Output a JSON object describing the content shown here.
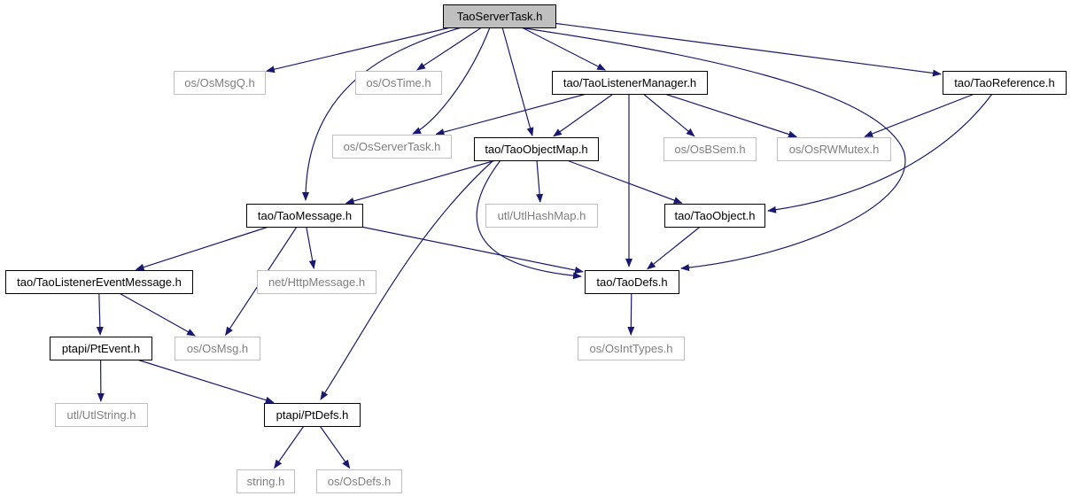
{
  "colors": {
    "edge": "#191970",
    "root_fill": "#bfbfbf",
    "documented_border": "#000000",
    "external_border": "#bfbfbf",
    "documented_text": "#000000",
    "external_text": "#7f7f7f"
  },
  "nodes": [
    {
      "id": "TaoServerTask",
      "label": "TaoServerTask.h",
      "kind": "root"
    },
    {
      "id": "OsMsgQ",
      "label": "os/OsMsgQ.h",
      "kind": "external"
    },
    {
      "id": "OsTime",
      "label": "os/OsTime.h",
      "kind": "external"
    },
    {
      "id": "TaoListenerManager",
      "label": "tao/TaoListenerManager.h",
      "kind": "documented"
    },
    {
      "id": "TaoReference",
      "label": "tao/TaoReference.h",
      "kind": "documented"
    },
    {
      "id": "OsServerTask",
      "label": "os/OsServerTask.h",
      "kind": "external"
    },
    {
      "id": "TaoObjectMap",
      "label": "tao/TaoObjectMap.h",
      "kind": "documented"
    },
    {
      "id": "OsBSem",
      "label": "os/OsBSem.h",
      "kind": "external"
    },
    {
      "id": "OsRWMutex",
      "label": "os/OsRWMutex.h",
      "kind": "external"
    },
    {
      "id": "TaoMessage",
      "label": "tao/TaoMessage.h",
      "kind": "documented"
    },
    {
      "id": "UtlHashMap",
      "label": "utl/UtlHashMap.h",
      "kind": "external"
    },
    {
      "id": "TaoObject",
      "label": "tao/TaoObject.h",
      "kind": "documented"
    },
    {
      "id": "TaoListenerEventMessage",
      "label": "tao/TaoListenerEventMessage.h",
      "kind": "documented"
    },
    {
      "id": "HttpMessage",
      "label": "net/HttpMessage.h",
      "kind": "external"
    },
    {
      "id": "TaoDefs",
      "label": "tao/TaoDefs.h",
      "kind": "documented"
    },
    {
      "id": "PtEvent",
      "label": "ptapi/PtEvent.h",
      "kind": "documented"
    },
    {
      "id": "OsMsg",
      "label": "os/OsMsg.h",
      "kind": "external"
    },
    {
      "id": "OsIntTypes",
      "label": "os/OsIntTypes.h",
      "kind": "external"
    },
    {
      "id": "UtlString",
      "label": "utl/UtlString.h",
      "kind": "external"
    },
    {
      "id": "PtDefs",
      "label": "ptapi/PtDefs.h",
      "kind": "documented"
    },
    {
      "id": "string",
      "label": "string.h",
      "kind": "external"
    },
    {
      "id": "OsDefs",
      "label": "os/OsDefs.h",
      "kind": "external"
    }
  ],
  "edges": [
    {
      "from": "TaoServerTask",
      "to": "OsMsgQ"
    },
    {
      "from": "TaoServerTask",
      "to": "OsTime"
    },
    {
      "from": "TaoServerTask",
      "to": "TaoListenerManager"
    },
    {
      "from": "TaoServerTask",
      "to": "TaoReference"
    },
    {
      "from": "TaoServerTask",
      "to": "OsServerTask"
    },
    {
      "from": "TaoServerTask",
      "to": "TaoObjectMap"
    },
    {
      "from": "TaoServerTask",
      "to": "TaoMessage"
    },
    {
      "from": "TaoServerTask",
      "to": "TaoDefs"
    },
    {
      "from": "TaoListenerManager",
      "to": "OsServerTask"
    },
    {
      "from": "TaoListenerManager",
      "to": "TaoObjectMap"
    },
    {
      "from": "TaoListenerManager",
      "to": "OsBSem"
    },
    {
      "from": "TaoListenerManager",
      "to": "OsRWMutex"
    },
    {
      "from": "TaoListenerManager",
      "to": "TaoDefs"
    },
    {
      "from": "TaoReference",
      "to": "OsRWMutex"
    },
    {
      "from": "TaoReference",
      "to": "TaoObject"
    },
    {
      "from": "TaoObjectMap",
      "to": "TaoMessage"
    },
    {
      "from": "TaoObjectMap",
      "to": "UtlHashMap"
    },
    {
      "from": "TaoObjectMap",
      "to": "TaoObject"
    },
    {
      "from": "TaoObjectMap",
      "to": "TaoDefs"
    },
    {
      "from": "TaoObjectMap",
      "to": "PtDefs"
    },
    {
      "from": "TaoObject",
      "to": "TaoDefs"
    },
    {
      "from": "TaoMessage",
      "to": "TaoListenerEventMessage"
    },
    {
      "from": "TaoMessage",
      "to": "HttpMessage"
    },
    {
      "from": "TaoMessage",
      "to": "OsMsg"
    },
    {
      "from": "TaoMessage",
      "to": "TaoDefs"
    },
    {
      "from": "TaoListenerEventMessage",
      "to": "PtEvent"
    },
    {
      "from": "TaoListenerEventMessage",
      "to": "OsMsg"
    },
    {
      "from": "TaoDefs",
      "to": "OsIntTypes"
    },
    {
      "from": "PtEvent",
      "to": "UtlString"
    },
    {
      "from": "PtEvent",
      "to": "PtDefs"
    },
    {
      "from": "PtDefs",
      "to": "string"
    },
    {
      "from": "PtDefs",
      "to": "OsDefs"
    }
  ]
}
